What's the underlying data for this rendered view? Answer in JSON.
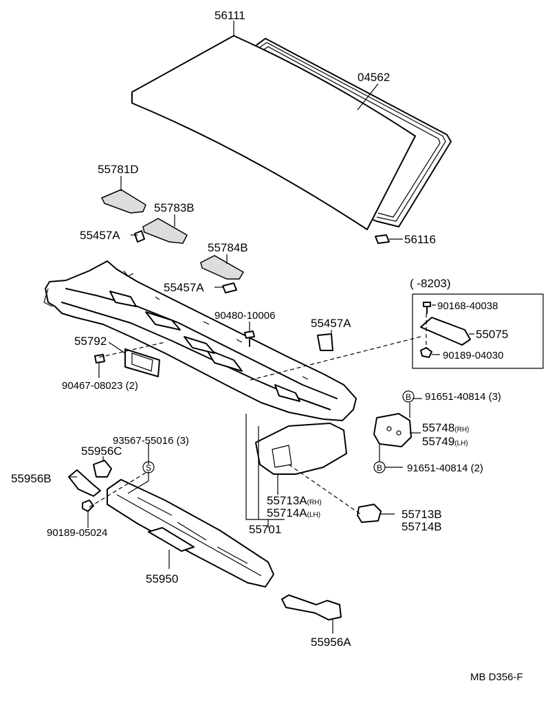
{
  "labels": {
    "windshield_glass": "56111",
    "molding": "04562",
    "spacer_56116": "56116",
    "pad_55781d": "55781D",
    "pad_55783b": "55783B",
    "pad_55784b": "55784B",
    "clip_55457a_1": "55457A",
    "clip_55457a_2": "55457A",
    "clip_55457a_3": "55457A",
    "screw_90480": "90480-10006",
    "plate_55792": "55792",
    "clip_90467": "90467-08023 (2)",
    "date_range": "(        -8203)",
    "screw_90168": "90168-40038",
    "cover_55075": "55075",
    "nut_90189_04030": "90189-04030",
    "bolt_91651_3": "91651-40814 (3)",
    "bracket_rh": "55748",
    "bracket_rh_suffix": "(RH)",
    "bracket_lh": "55749",
    "bracket_lh_suffix": "(LH)",
    "bolt_91651_2": "91651-40814 (2)",
    "screw_93567": "93567-55016 (3)",
    "hose_55956c": "55956C",
    "hose_55956b": "55956B",
    "nut_90189_05024": "90189-05024",
    "panel_55713a": "55713A",
    "panel_55713a_suffix": "(RH)",
    "panel_55714a": "55714A",
    "panel_55714a_suffix": "(LH)",
    "cowl_55701": "55701",
    "panel_55713b": "55713B",
    "panel_55714b": "55714B",
    "duct_55950": "55950",
    "hose_55956a": "55956A",
    "diagram_code": "MB D356-F"
  },
  "markers": {
    "b_upper": "B",
    "b_lower": "B",
    "s": "S"
  }
}
